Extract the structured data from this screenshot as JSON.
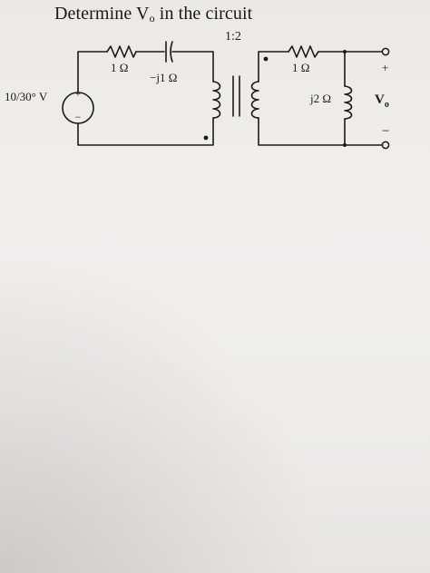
{
  "title": {
    "prefix": "Determine V",
    "subscript": "o",
    "suffix": " in the circuit"
  },
  "circuit": {
    "ratio": "1:2",
    "source_label": "10/30° V",
    "source_plus": "+",
    "source_minus": "−",
    "primary_resistor": "1 Ω",
    "primary_capacitor": "−j1 Ω",
    "secondary_resistor": "1 Ω",
    "secondary_inductor": "j2 Ω",
    "output_plus": "+",
    "output_minus": "−",
    "output_label_main": "V",
    "output_label_sub": "o"
  },
  "colors": {
    "ink": "#1a1a1a",
    "paper": "#eeedec"
  }
}
